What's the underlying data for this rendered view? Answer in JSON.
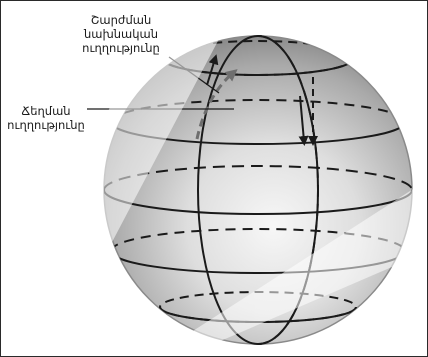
{
  "labels": {
    "initial_direction": [
      "Շարժման",
      "նախնական",
      "ուղղությունը"
    ],
    "rotation_direction": [
      "Ճեղման",
      "ուղղությունը"
    ]
  },
  "colors": {
    "sphere_light": "#f4f4f4",
    "sphere_mid": "#c9c9c9",
    "sphere_dark": "#8f8f8f",
    "line": "#1a1a1a",
    "arrow_gray": "#6e6e6e"
  }
}
